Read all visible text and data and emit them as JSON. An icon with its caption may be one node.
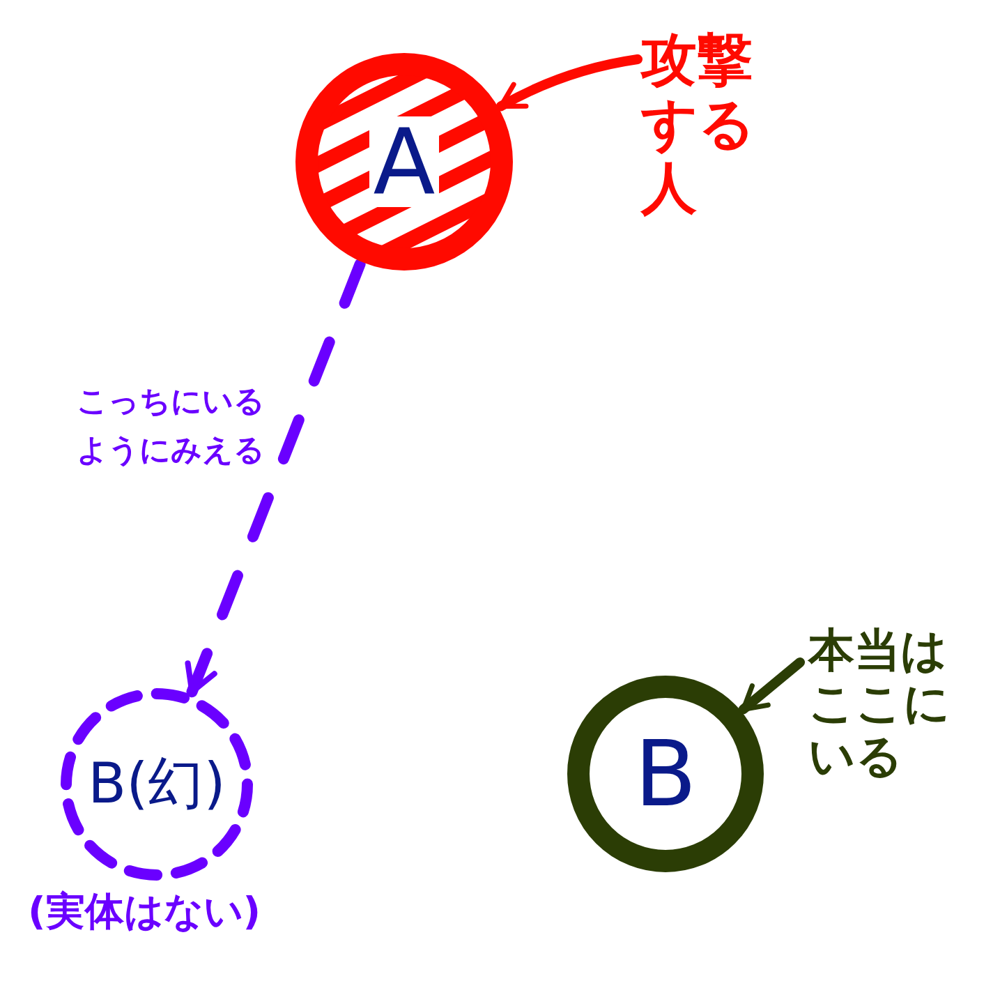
{
  "diagram": {
    "nodes": [
      {
        "text": [
          "A"
        ]
      },
      {
        "text": [
          "攻撃する人"
        ]
      },
      {
        "text": [
          "B(幻)"
        ],
        "beside": [
          "(実体はない)"
        ]
      },
      {
        "text": [
          "B"
        ]
      },
      {
        "text": [
          "本当はここにいる"
        ]
      }
    ],
    "edges": [
      {
        "from": 1,
        "to": 0,
        "arrow": "to",
        "color": "#ff0a00"
      },
      {
        "from": 0,
        "to": 2,
        "arrow": "to",
        "style": "dashed",
        "color": "#6a00ff",
        "label": "こっちにいるようにみえる"
      },
      {
        "from": 4,
        "to": 3,
        "arrow": "to",
        "color": "#2b3d05"
      }
    ]
  }
}
